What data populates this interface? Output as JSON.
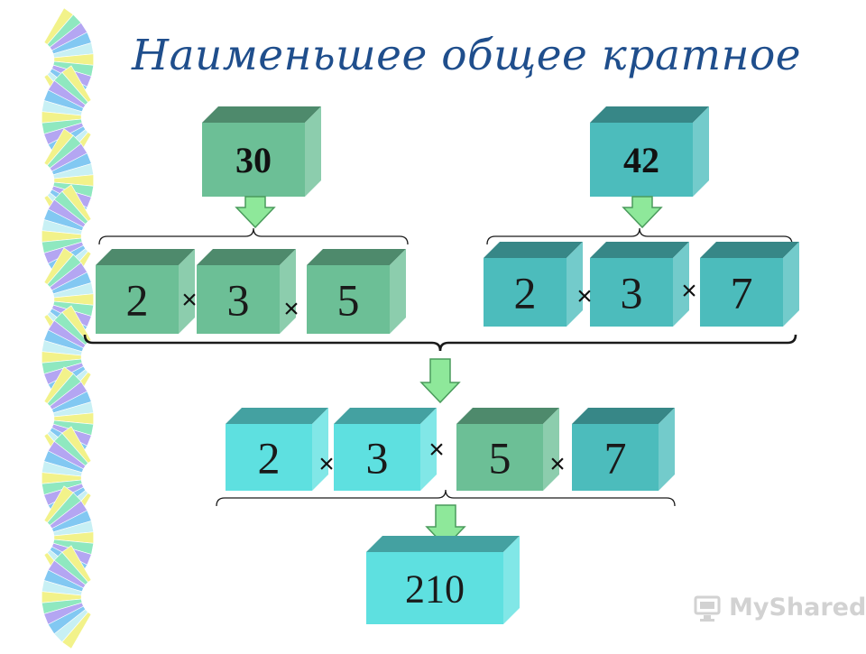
{
  "title": "Наименьшее общее кратное",
  "numbers": {
    "a": {
      "value": "30",
      "factors": [
        "2",
        "3",
        "5"
      ]
    },
    "b": {
      "value": "42",
      "factors": [
        "2",
        "3",
        "7"
      ]
    }
  },
  "combined_factors": [
    "2",
    "3",
    "5",
    "7"
  ],
  "result": "210",
  "multiply_sign": "×",
  "watermark": "MyShared",
  "colors": {
    "title": "#1f4e8c",
    "green_box": "#6cbf96",
    "teal_box": "#4cbcbc",
    "cyan_box": "#5ee0e0",
    "arrow": "#8ee89a"
  }
}
